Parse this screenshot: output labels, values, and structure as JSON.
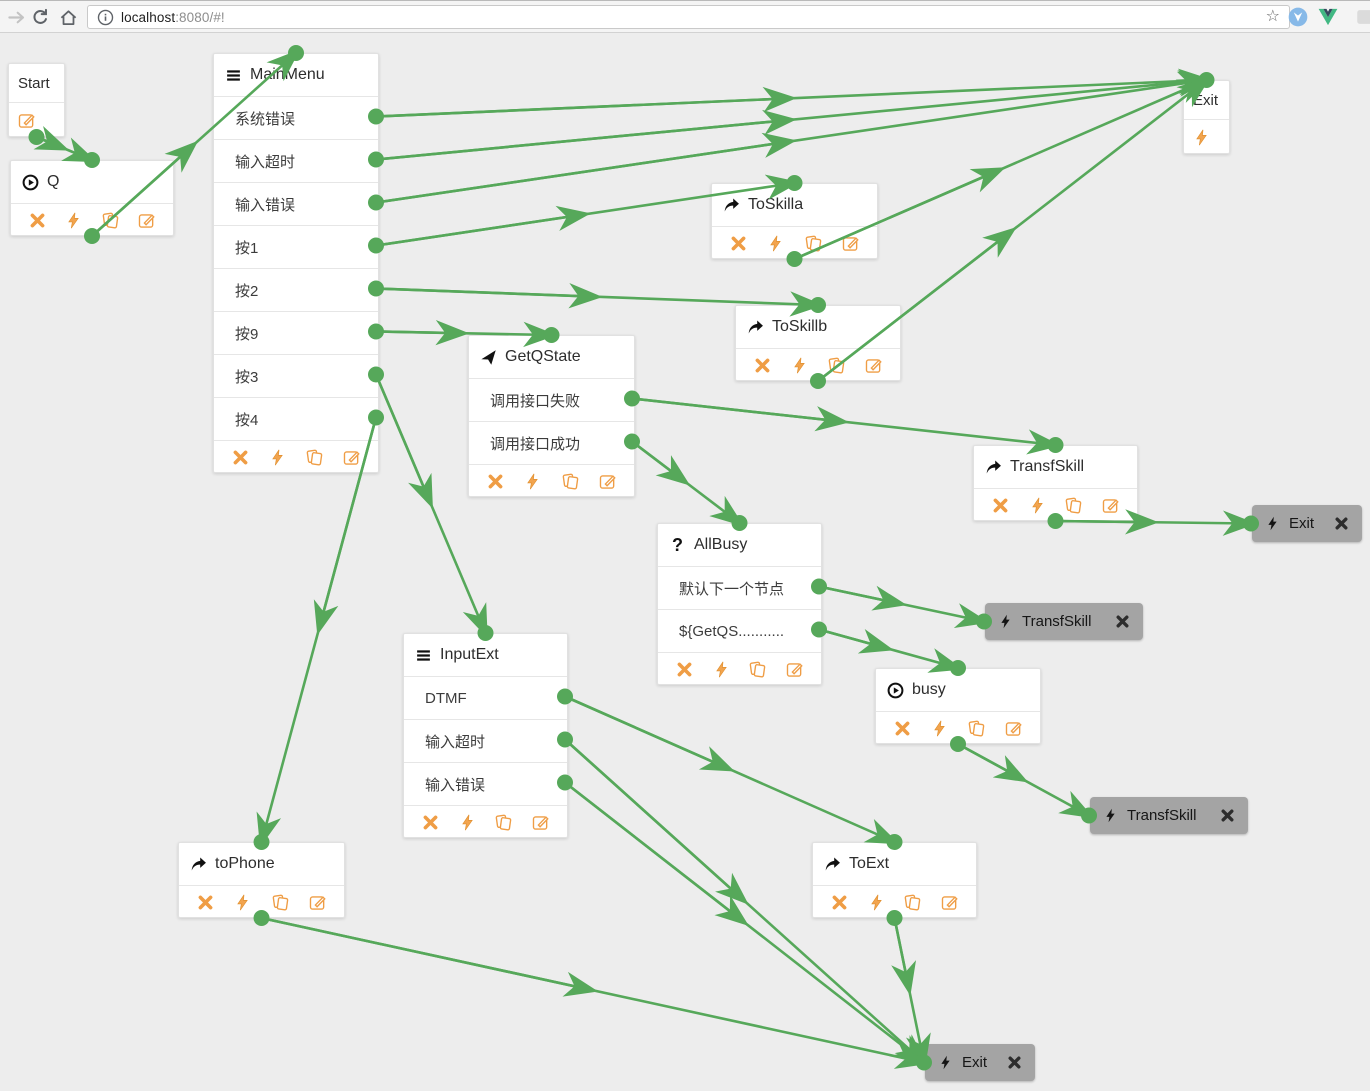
{
  "browser": {
    "url": {
      "host": "localhost",
      "rest": ":8080/#!"
    },
    "glyphs": {
      "star": "☆"
    }
  },
  "colors": {
    "edge_green": "#56a85a",
    "icon_orange": "#ef9d45",
    "node_gray": "#a4a4a4",
    "canvas_bg": "#ededed"
  },
  "nodes": [
    {
      "id": "start",
      "variant": "mini",
      "title": "Start",
      "icon": null,
      "toolbar": [
        "edit"
      ]
    },
    {
      "id": "q",
      "variant": "simple",
      "title": "Q",
      "icon": "play-circle",
      "toolbar": [
        "delete",
        "bolt",
        "copy",
        "edit"
      ]
    },
    {
      "id": "mainmenu",
      "variant": "list",
      "title": "MainMenu",
      "icon": "menu",
      "items": [
        "系统错误",
        "输入超时",
        "输入错误",
        "按1",
        "按2",
        "按9",
        "按3",
        "按4"
      ],
      "toolbar": [
        "delete",
        "bolt",
        "copy",
        "edit"
      ]
    },
    {
      "id": "exit-top",
      "variant": "mini",
      "title": "Exit",
      "icon": null,
      "toolbar": [
        "bolt"
      ]
    },
    {
      "id": "toskilla",
      "variant": "simple",
      "title": "ToSkilla",
      "icon": "redo",
      "toolbar": [
        "delete",
        "bolt",
        "copy",
        "edit"
      ]
    },
    {
      "id": "toskillb",
      "variant": "simple",
      "title": "ToSkillb",
      "icon": "redo",
      "toolbar": [
        "delete",
        "bolt",
        "copy",
        "edit"
      ]
    },
    {
      "id": "getqstate",
      "variant": "list",
      "title": "GetQState",
      "icon": "send",
      "items": [
        "调用接口失败",
        "调用接口成功"
      ],
      "toolbar": [
        "delete",
        "bolt",
        "copy",
        "edit"
      ]
    },
    {
      "id": "transfskill-white",
      "variant": "simple",
      "title": "TransfSkill",
      "icon": "redo",
      "toolbar": [
        "delete",
        "bolt",
        "copy",
        "edit"
      ]
    },
    {
      "id": "allbusy",
      "variant": "list",
      "title": "AllBusy",
      "icon": "question",
      "items": [
        "默认下一个节点",
        "${GetQS..........."
      ],
      "toolbar": [
        "delete",
        "bolt",
        "copy",
        "edit"
      ]
    },
    {
      "id": "busy",
      "variant": "simple",
      "title": "busy",
      "icon": "play-circle",
      "toolbar": [
        "delete",
        "bolt",
        "copy",
        "edit"
      ]
    },
    {
      "id": "inputext",
      "variant": "list",
      "title": "InputExt",
      "icon": "menu",
      "items": [
        "DTMF",
        "输入超时",
        "输入错误"
      ],
      "toolbar": [
        "delete",
        "bolt",
        "copy",
        "edit"
      ]
    },
    {
      "id": "tophone",
      "variant": "simple",
      "title": "toPhone",
      "icon": "redo",
      "toolbar": [
        "delete",
        "bolt",
        "copy",
        "edit"
      ]
    },
    {
      "id": "toext",
      "variant": "simple",
      "title": "ToExt",
      "icon": "redo",
      "toolbar": [
        "delete",
        "bolt",
        "copy",
        "edit"
      ]
    },
    {
      "id": "gray-exit-right",
      "variant": "gray",
      "title": "Exit"
    },
    {
      "id": "gray-transfskill-1",
      "variant": "gray",
      "title": "TransfSkill"
    },
    {
      "id": "gray-transfskill-2",
      "variant": "gray",
      "title": "TransfSkill"
    },
    {
      "id": "gray-exit-bottom",
      "variant": "gray",
      "title": "Exit"
    }
  ],
  "edges": [
    {
      "from": "start:bottom",
      "to": "q:top"
    },
    {
      "from": "q:bottom",
      "to": "mainmenu:top"
    },
    {
      "from": "mainmenu:item:0",
      "to": "exit-top:top"
    },
    {
      "from": "mainmenu:item:1",
      "to": "exit-top:top"
    },
    {
      "from": "mainmenu:item:2",
      "to": "exit-top:top"
    },
    {
      "from": "mainmenu:item:3",
      "to": "toskilla:top"
    },
    {
      "from": "mainmenu:item:4",
      "to": "toskillb:top"
    },
    {
      "from": "mainmenu:item:5",
      "to": "getqstate:top"
    },
    {
      "from": "mainmenu:item:6",
      "to": "inputext:top"
    },
    {
      "from": "mainmenu:item:7",
      "to": "tophone:top"
    },
    {
      "from": "toskilla:bottom",
      "to": "exit-top:top"
    },
    {
      "from": "toskillb:bottom",
      "to": "exit-top:top"
    },
    {
      "from": "getqstate:item:0",
      "to": "transfskill-white:top"
    },
    {
      "from": "getqstate:item:1",
      "to": "allbusy:top"
    },
    {
      "from": "transfskill-white:bottom",
      "to": "gray-exit-right:left"
    },
    {
      "from": "allbusy:item:0",
      "to": "gray-transfskill-1:left"
    },
    {
      "from": "allbusy:item:1",
      "to": "busy:top"
    },
    {
      "from": "busy:bottom",
      "to": "gray-transfskill-2:left"
    },
    {
      "from": "inputext:item:0",
      "to": "toext:top"
    },
    {
      "from": "inputext:item:1",
      "to": "gray-exit-bottom:left"
    },
    {
      "from": "inputext:item:2",
      "to": "gray-exit-bottom:left"
    },
    {
      "from": "tophone:bottom",
      "to": "gray-exit-bottom:left"
    },
    {
      "from": "toext:bottom",
      "to": "gray-exit-bottom:left"
    }
  ]
}
